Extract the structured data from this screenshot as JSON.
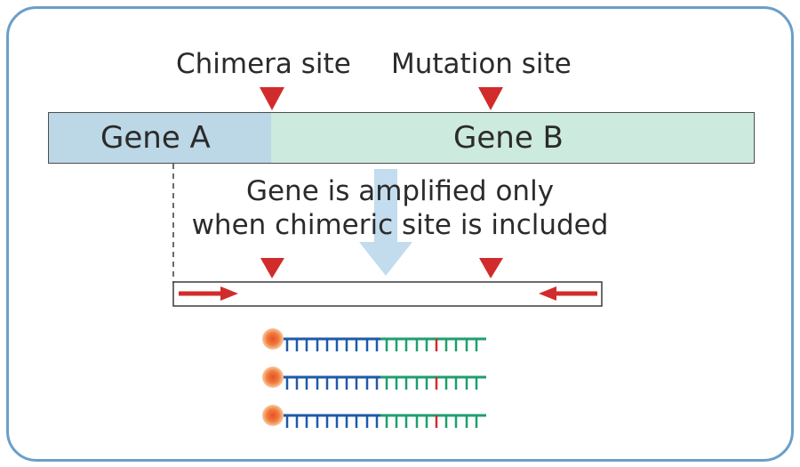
{
  "labels": {
    "chimera_site": "Chimera site",
    "mutation_site": "Mutation site",
    "gene_a": "Gene A",
    "gene_b": "Gene B",
    "note_line1": "Gene is amplified only",
    "note_line2": "when chimeric site is included"
  },
  "colors": {
    "frame": "#6b9ec8",
    "gene_a_fill": "#bcd7e5",
    "gene_b_fill": "#cdeadf",
    "marker_red": "#d22b2b",
    "arrow_blue": "#b8d6ec",
    "strand_blue": "#1f5aa8",
    "strand_green": "#1f9e6e",
    "mutation_tick": "#d22b2b",
    "probe_orange": "#f07a3a"
  },
  "icons": {
    "site_marker": "down-triangle",
    "primer": "horizontal-arrow",
    "probe": "fluorophore-circle"
  },
  "probes_count": 3
}
